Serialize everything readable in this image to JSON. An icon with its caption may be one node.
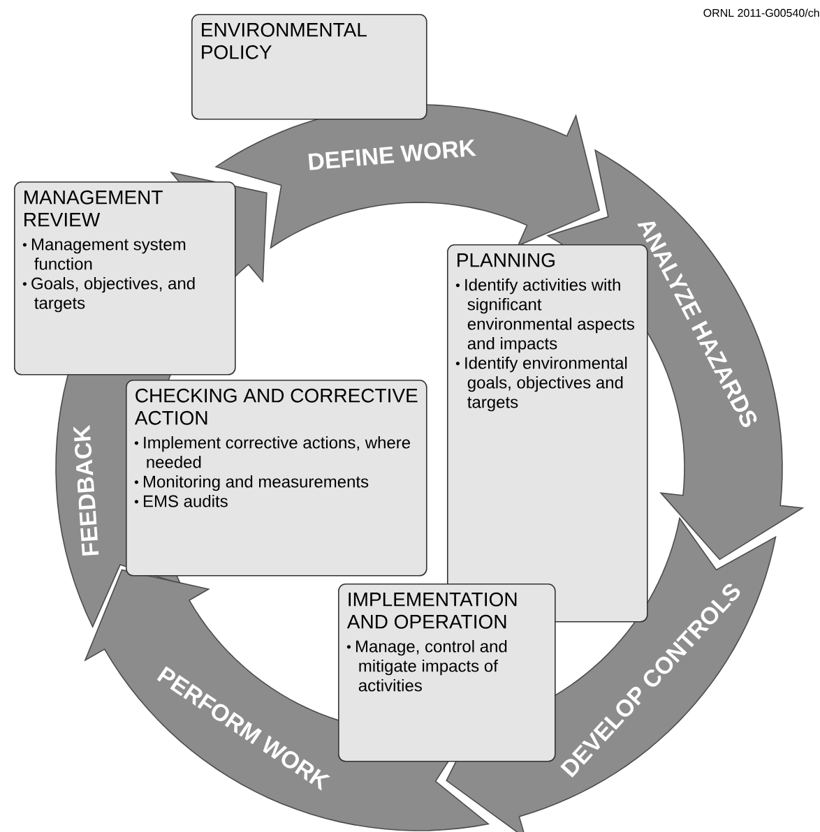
{
  "diagram": {
    "nodes": [
      {
        "text": [
          "ENVIRONMENTAL POLICY"
        ]
      },
      {
        "text": [
          "DEFINE WORK"
        ]
      },
      {
        "text": [
          "MANAGEMENT REVIEW",
          "Management system function",
          "Goals, objectives, and targets"
        ]
      },
      {
        "text": [
          "ANALYZE HAZARDS"
        ]
      },
      {
        "text": [
          "PLANNING",
          "Identify activities with significant environmental aspects and impacts",
          "Identify environmental goals, objectives and targets"
        ]
      },
      {
        "text": [
          "FEEDBACK"
        ]
      },
      {
        "text": [
          "CHECKING AND CORRECTIVE ACTION",
          "Implement corrective actions, where needed",
          "Monitoring and measurements",
          "EMS audits"
        ]
      },
      {
        "text": [
          "IMPLEMENTATION AND OPERATION",
          "Manage, control and mitigate impacts of activities"
        ]
      },
      {
        "text": [
          "DEVELOP CONTROLS"
        ]
      },
      {
        "text": [
          "PERFORM WORK"
        ]
      }
    ],
    "labels": [
      "ORNL 2011-G00540/ch"
    ]
  }
}
